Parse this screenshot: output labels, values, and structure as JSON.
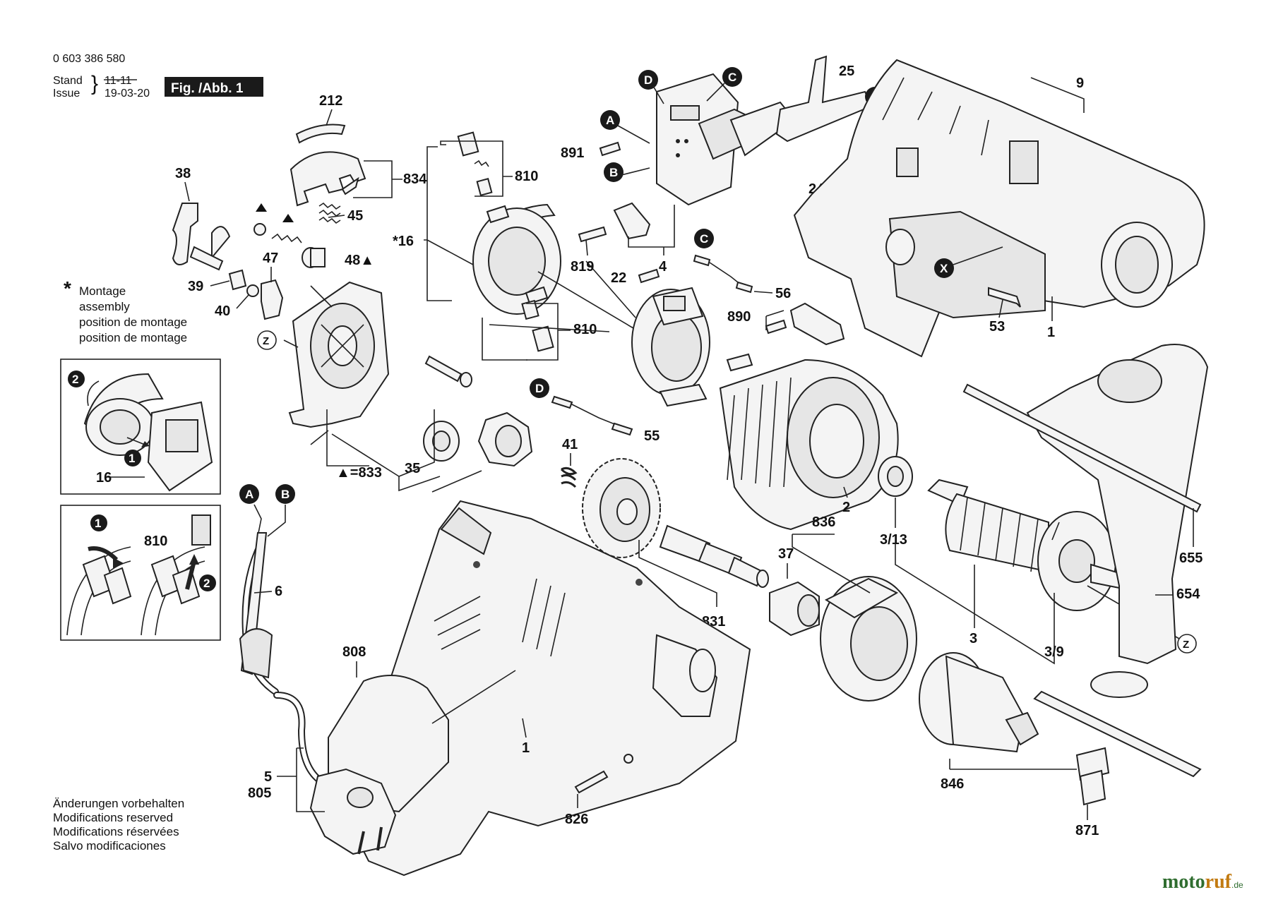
{
  "header": {
    "part_number": "0 603 386 580",
    "stand_label": "Stand",
    "issue_label": "Issue",
    "stand_value": "11-11",
    "issue_value": "19-03-20",
    "figure_label": "Fig. /Abb. 1"
  },
  "legend": {
    "star": "*",
    "lines": [
      "Montage",
      "assembly",
      "position de montage",
      "position de montage"
    ],
    "triangle_note": "▲=833"
  },
  "footer": {
    "lines": [
      "Änderungen vorbehalten",
      "Modifications reserved",
      "Modifications réservées",
      "Salvo modificaciones"
    ]
  },
  "logo": {
    "part1": "moto",
    "part2": "ruf",
    "suffix": ".de"
  },
  "connectors": [
    "A",
    "B",
    "C",
    "D",
    "X"
  ],
  "labels": {
    "p212": "212",
    "p834": "834",
    "p45": "45",
    "p38": "38",
    "p47": "47",
    "p48": "48▲",
    "p39": "39",
    "p40": "40",
    "p16": "*16",
    "p810a": "810",
    "p810b": "810",
    "p810c": "810",
    "p891": "891",
    "p819": "819",
    "p4": "4",
    "p22": "22",
    "p56": "56",
    "p890": "890",
    "p25": "25",
    "p24": "24",
    "p9": "9",
    "p53": "53",
    "p1a": "1",
    "p1b": "1",
    "p35": "35",
    "p41": "41",
    "p55": "55",
    "p2": "2",
    "p313": "3/13",
    "p836": "836",
    "p37": "37",
    "p831": "831",
    "p3": "3",
    "p39b": "3/9",
    "p655": "655",
    "p654": "654",
    "p6": "6",
    "p808": "808",
    "p5": "5",
    "p805": "805",
    "p826": "826",
    "p846": "846",
    "p871": "871",
    "p16b": "16",
    "z": "Z",
    "inset_n1": "1",
    "inset_n2": "2",
    "inset2_n1": "1",
    "inset2_n2": "2"
  }
}
